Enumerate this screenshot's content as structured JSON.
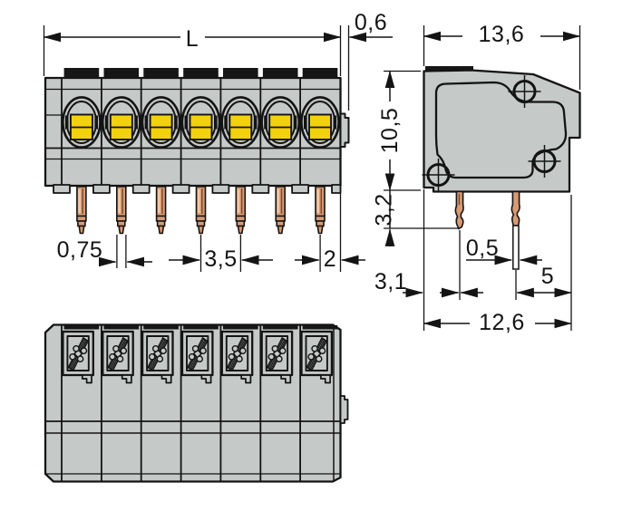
{
  "drawing": {
    "pole_count": 7,
    "dimensions": {
      "length_label": "L",
      "latch_offset": "0,6",
      "depth": "13,6",
      "height": "10,5",
      "pin_length": "3,2",
      "pin_width": "0,75",
      "pitch": "3,5",
      "end_offset": "2",
      "pin_thickness": "0,5",
      "pin_inset": "3,1",
      "pin_to_edge": "5",
      "bottom_depth": "12,6"
    }
  },
  "colors": {
    "paper": "#ffffff",
    "ink": "#141414",
    "body": "#c5c9c7",
    "band": "#b2b6b4",
    "cap": "#161616",
    "yellow": "#f2d20e",
    "copper": "#d79b74",
    "copper-light": "#efc9a8",
    "copper-dark": "#7c4a2e",
    "pin-tip": "#ffffff"
  }
}
